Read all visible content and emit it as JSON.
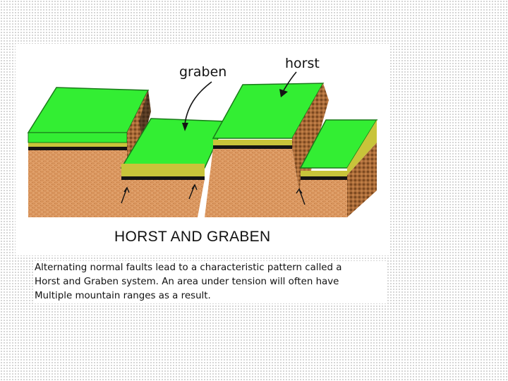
{
  "diagram": {
    "title": "HORST AND GRABEN",
    "labels": {
      "graben": "graben",
      "horst": "horst"
    },
    "colors": {
      "surface": "#33ee33",
      "surface_edge": "#1a7a1a",
      "olive_bed": "#c8c43a",
      "black_bed": "#141414",
      "rock": "#d7925a",
      "rock_dark": "#8a5224",
      "fault_face": "#a86a38"
    }
  },
  "caption": {
    "lines": [
      "Alternating normal faults lead to a characteristic pattern called a",
      "Horst and Graben system.  An area under tension will often have",
      "Multiple mountain ranges as a result."
    ]
  }
}
